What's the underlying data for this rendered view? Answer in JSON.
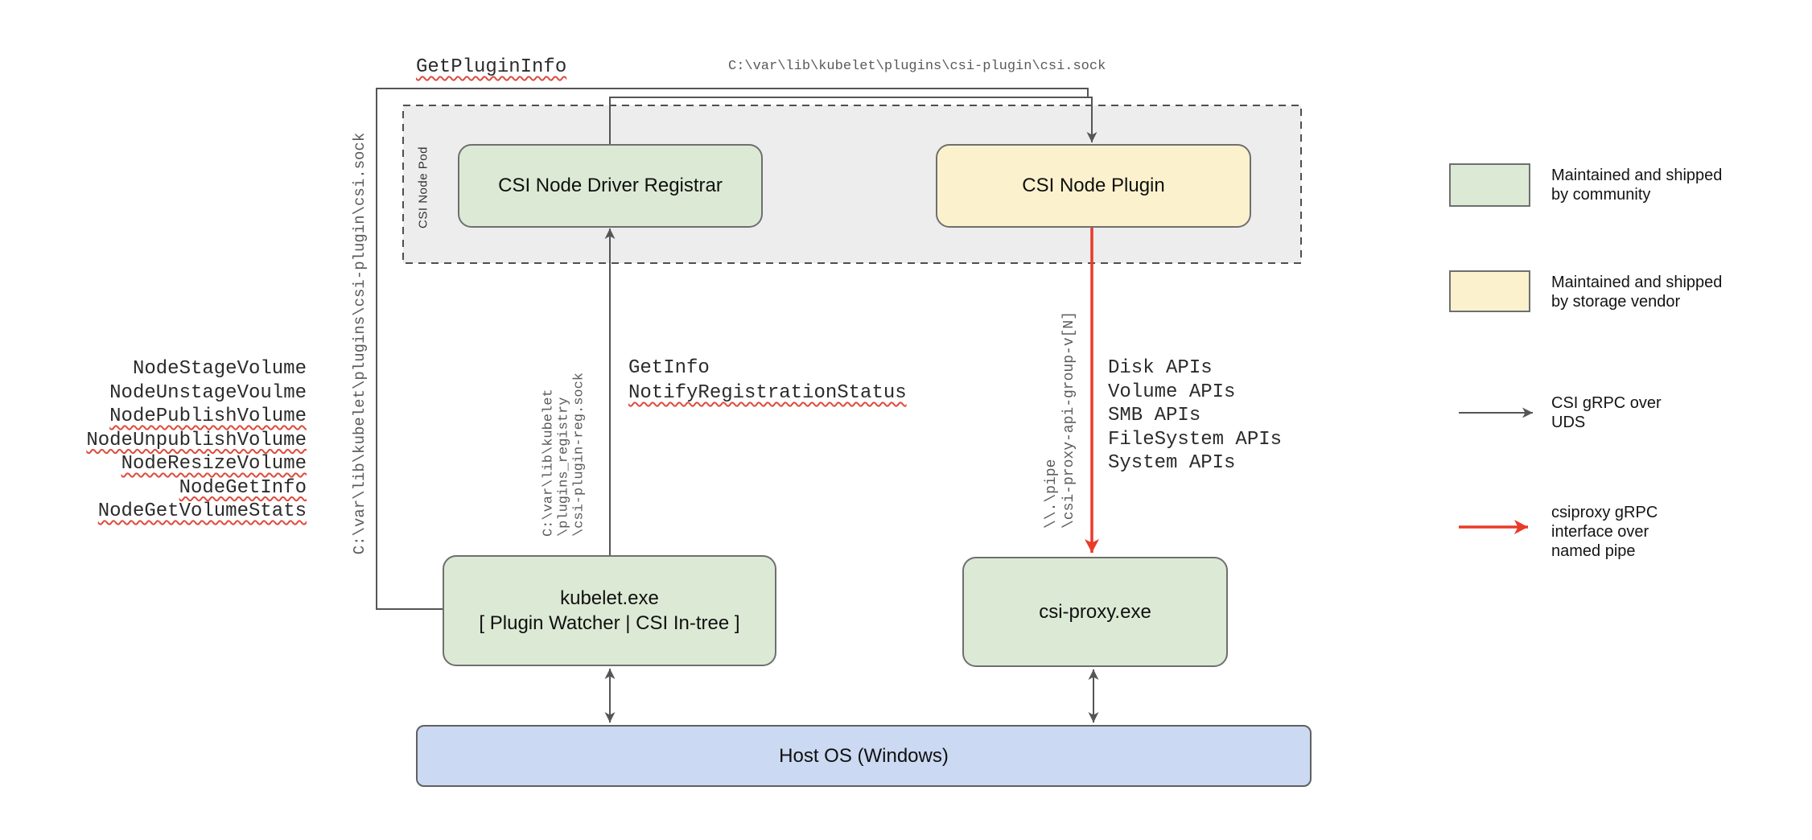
{
  "nodes": {
    "pod_group_label": "CSI Node Pod",
    "registrar": "CSI Node Driver Registrar",
    "plugin": "CSI Node Plugin",
    "kubelet_title": "kubelet.exe",
    "kubelet_subtitle": "[ Plugin Watcher | CSI In-tree ]",
    "proxy": "csi-proxy.exe",
    "host_os": "Host OS (Windows)"
  },
  "edge_labels": {
    "get_plugin_info": "GetPluginInfo",
    "csi_sock_top": "C:\\var\\lib\\kubelet\\plugins\\csi-plugin\\csi.sock",
    "csi_sock_left": "C:\\var\\lib\\kubelet\\plugins\\csi-plugin\\csi.sock",
    "registration_sock": "C:\\var\\lib\\kubelet\n\\plugins_registry\n\\csi-plugin-reg.sock",
    "get_info": "GetInfo",
    "notify_registration_status": "NotifyRegistrationStatus",
    "named_pipe": "\\\\.\\pipe\n\\csi-proxy-api-group-v[N]",
    "node_calls": [
      "NodeStageVolume",
      "NodeUnstageVoulme",
      "NodePublishVolume",
      "NodeUnpublishVolume",
      "NodeResizeVolume",
      "NodeGetInfo",
      "NodeGetVolumeStats"
    ],
    "proxy_apis": [
      "Disk APIs",
      "Volume APIs",
      "SMB APIs",
      "FileSystem APIs",
      "System APIs"
    ]
  },
  "legend": {
    "community": "Maintained and shipped\nby community",
    "vendor": "Maintained and shipped\nby storage vendor",
    "uds": "CSI gRPC over\nUDS",
    "named_pipe": "csiproxy gRPC\ninterface over\nnamed pipe"
  },
  "colors": {
    "community_green": "#dcead5",
    "vendor_yellow": "#fbf2cd",
    "host_blue": "#ccd9f2",
    "pod_gray": "#ededed",
    "wire_gray": "#555555",
    "csiproxy_red": "#ea3a28",
    "squiggle_red": "#dd4b3e"
  }
}
